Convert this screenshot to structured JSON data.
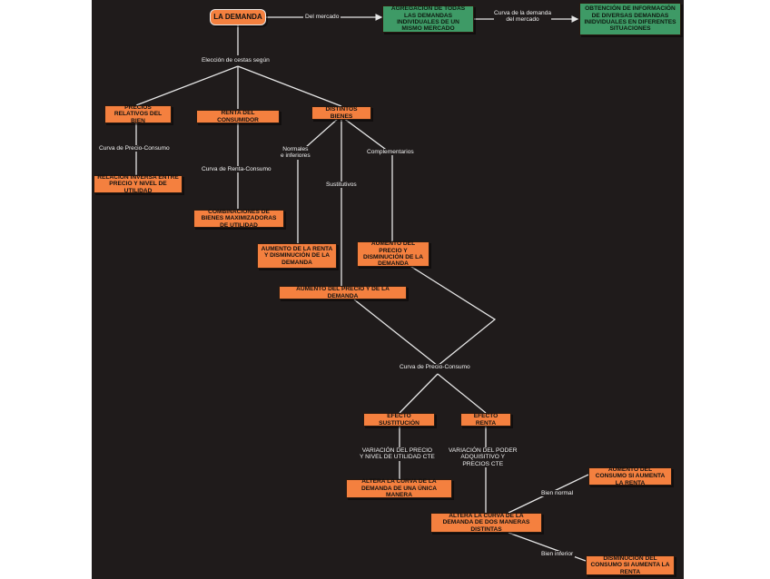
{
  "nodes": {
    "la_demanda": "LA DEMANDA",
    "agregacion": "AGREGACIÓN DE TODAS LAS DEMANDAS INDIVIDUALES DE UN MISMO MERCADO",
    "obtencion": "OBTENCIÓN DE INFORMACIÓN DE DIVERSAS DEMANDAS INIDVIDUALES EN DIFERENTES SITUACIONES",
    "precios_relativos": "PRECIOS RELATIVOS DEL BIEN",
    "renta_consumidor": "RENTA DEL CONSUMIDOR",
    "distintos_bienes": "DISTINTOS BIENES",
    "relacion_inversa": "RELACIÓN INVERSA ENTRE PRECIO Y NIVEL DE UTILIDAD",
    "combinaciones": "COMBINACIONES DE BIENES MAXIMIZADORAS DE UTILIDAD",
    "aumento_renta": "AUMENTO DE LA RENTA Y DISMINUCIÓN DE LA DEMANDA",
    "aumento_precio_dism": "AUMENTO DEL PRECIO Y DISMINUCIÓN DE LA DEMANDA",
    "aumento_precio_demanda": "AUMENTO DEL PRECIO Y DE LA DEMANDA",
    "efecto_sustitucion": "EFECTO SUSTITUCIÓN",
    "efecto_renta": "EFECTO RENTA",
    "altera_unica": "ALTERA LA CURVA DE LA DEMANDA DE UNA ÚNICA MANERA",
    "altera_dos": "ALTERA LA CURVA DE LA DEMANDA DE DOS MANERAS DISTINTAS",
    "aumento_consumo": "AUMENTO DEL CONSUMO SI AUMENTA LA RENTA",
    "disminucion_consumo": "DISMINUCIÓN DEL CONSUMO SI AUMENTA LA RENTA"
  },
  "labels": {
    "del_mercado": "Del mercado",
    "curva_demanda_mercado": "Curva de la demanda\ndel mercado",
    "eleccion_cestas": "Elección de cestas según",
    "curva_precio_consumo_1": "Curva de Precio-Consumo",
    "curva_renta_consumo": "Curva de Renta-Consumo",
    "normales_inferiores": "Normales\ne inferiores",
    "complementarios": "Complementarios",
    "sustitutivos": "Sustitutivos",
    "curva_precio_consumo_2": "Curva de Precio-Consumo",
    "variacion_precio": "VARIACIÓN DEL PRECIO\nY NIVEL DE UTILIDAD CTE",
    "variacion_poder": "VARIACIÓN DEL PODER\nADQUISITIVO Y\nPRECIOS CTE",
    "bien_normal": "Bien normal",
    "bien_inferior": "Bien inferior"
  },
  "colors": {
    "background": "#1f1b1b",
    "node_orange": "#f4803f",
    "node_green": "#3e9a66",
    "line": "#e6e6e6"
  }
}
